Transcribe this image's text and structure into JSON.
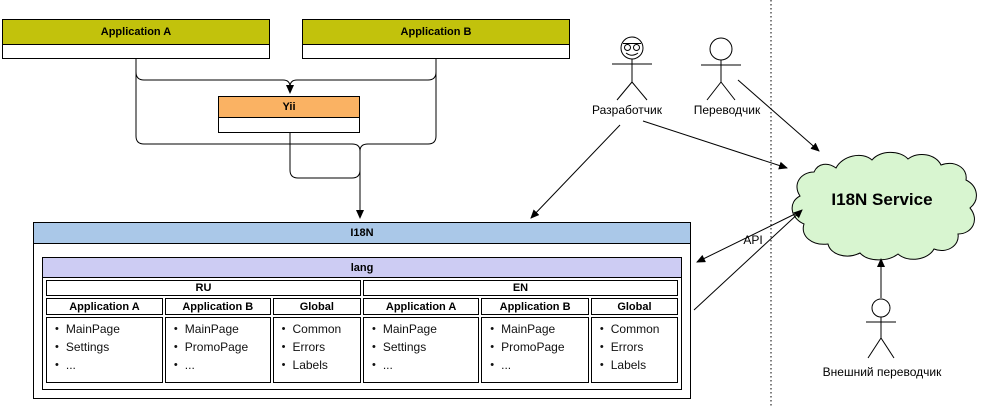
{
  "boxes": {
    "app_a": "Application A",
    "app_b": "Application B",
    "yii": "Yii",
    "i18n": "I18N"
  },
  "lang": {
    "title": "lang",
    "groups": [
      {
        "label": "RU",
        "columns": [
          {
            "header": "Application A",
            "items": [
              "MainPage",
              "Settings",
              "..."
            ]
          },
          {
            "header": "Application B",
            "items": [
              "MainPage",
              "PromoPage",
              "..."
            ]
          },
          {
            "header": "Global",
            "items": [
              "Common",
              "Errors",
              "Labels"
            ]
          }
        ]
      },
      {
        "label": "EN",
        "columns": [
          {
            "header": "Application A",
            "items": [
              "MainPage",
              "Settings",
              "..."
            ]
          },
          {
            "header": "Application B",
            "items": [
              "MainPage",
              "PromoPage",
              "..."
            ]
          },
          {
            "header": "Global",
            "items": [
              "Common",
              "Errors",
              "Labels"
            ]
          }
        ]
      }
    ]
  },
  "actors": {
    "developer": "Разработчик",
    "translator": "Переводчик",
    "external_translator": "Внешний переводчик"
  },
  "cloud": "I18N Service",
  "api": "API",
  "icons": {
    "developer_head": "developer-glasses-face-icon",
    "cloud": "cloud-shape-icon"
  },
  "colors": {
    "app_header": "#c2c20c",
    "yii_header": "#fab263",
    "i18n_header": "#aac8e8",
    "lang_header": "#cdccf3",
    "cloud_fill": "#d8f5d0",
    "line": "#000000"
  }
}
